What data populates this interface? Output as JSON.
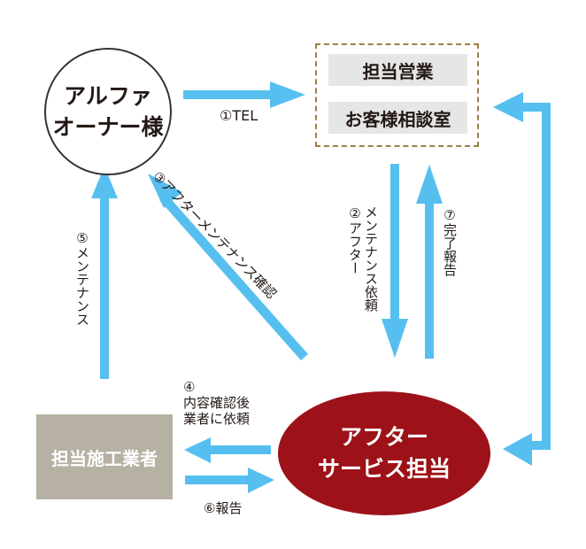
{
  "colors": {
    "arrow": "#56bff0",
    "owner_border": "#333333",
    "dashed_border": "#9e7f4a",
    "label_bg": "#e6e6e6",
    "contractor_bg": "#b6b1a2",
    "after_service_bg": "#9c1218",
    "text": "#231815"
  },
  "nodes": {
    "owner": {
      "line1": "アルファ",
      "line2": "オーナー様"
    },
    "sales": {
      "line1": "担当営業",
      "line2": "お客様相談室"
    },
    "contractor": {
      "label": "担当施工業者"
    },
    "after_service": {
      "line1": "アフター",
      "line2": "サービス担当"
    }
  },
  "flows": [
    {
      "step": "①",
      "label": "①TEL",
      "from": "owner",
      "to": "sales"
    },
    {
      "step": "②",
      "label_line1": "②アフター",
      "label_line2": "メンテナンス依頼",
      "from": "sales",
      "to": "after_service"
    },
    {
      "step": "③",
      "label": "③アフターメンテナンス確認",
      "from": "after_service",
      "to": "owner"
    },
    {
      "step": "④",
      "label_line1": "④",
      "label_line2": "内容確認後",
      "label_line3": "業者に依頼",
      "from": "after_service",
      "to": "contractor"
    },
    {
      "step": "⑤",
      "label": "⑤メンテナンス",
      "from": "contractor",
      "to": "owner"
    },
    {
      "step": "⑥",
      "label": "⑥報告",
      "from": "contractor",
      "to": "after_service"
    },
    {
      "step": "⑦",
      "label": "⑦完了報告",
      "from": "after_service",
      "to": "sales"
    },
    {
      "step": "",
      "label": "",
      "from": "sales",
      "to": "after_service",
      "note": "bidirectional connector on right"
    }
  ]
}
